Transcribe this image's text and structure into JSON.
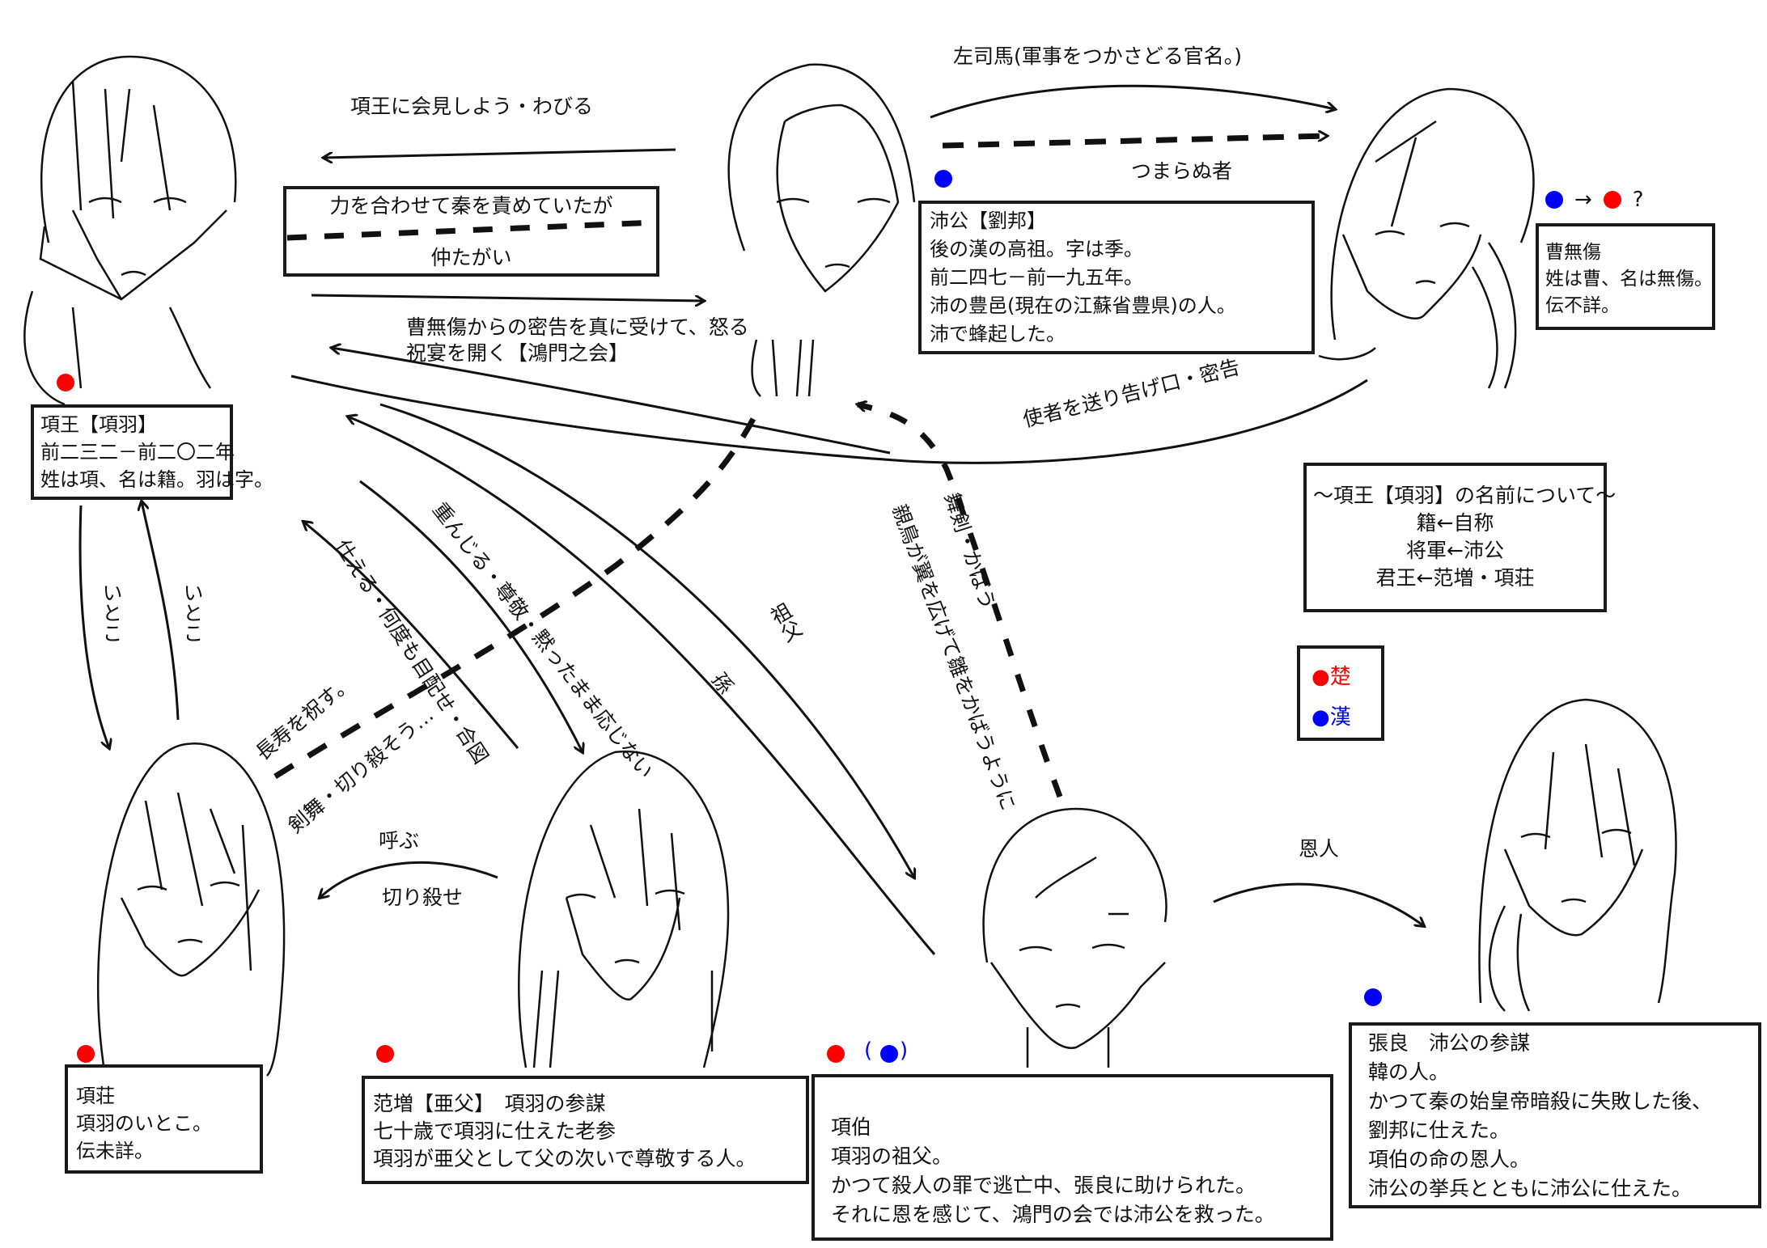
{
  "colors": {
    "chu": "#ff0000",
    "han": "#0000ff",
    "ink": "#111111"
  },
  "characters": {
    "xiangwang": {
      "faction": "chu",
      "lines": [
        "項王【項羽】",
        "前二三二－前二〇二年",
        "姓は項、名は籍。羽は字。"
      ]
    },
    "peigong": {
      "faction": "han",
      "lines": [
        "沛公【劉邦】",
        "後の漢の高祖。字は季。",
        "前二四七－前一九五年。",
        "沛の豊邑(現在の江蘇省豊県)の人。",
        "沛で蜂起した。"
      ]
    },
    "caowushang": {
      "faction_change": "han → chu ?",
      "marker": {
        "from": "●",
        "arrow": "→",
        "to": "●",
        "question": "?"
      },
      "lines": [
        "曹無傷",
        "姓は曹、名は無傷。",
        "伝不詳。"
      ]
    },
    "xiangzhuang": {
      "faction": "chu",
      "lines": [
        "項荘",
        "項羽のいとこ。",
        "伝未詳。"
      ]
    },
    "fanzeng": {
      "faction": "chu",
      "lines": [
        "范増【亜父】　項羽の参謀",
        "七十歳で項羽に仕えた老参",
        "項羽が亜父として父の次いで尊敬する人。"
      ]
    },
    "xiangbo": {
      "faction": "chu",
      "secondary_faction": "han",
      "paren_open": "(",
      "paren_close": ")",
      "lines": [
        "項伯",
        "項羽の祖父。",
        "かつて殺人の罪で逃亡中、張良に助けられた。",
        "それに恩を感じて、鴻門の会では沛公を救った。"
      ]
    },
    "zhangliang": {
      "faction": "han",
      "lines": [
        "張良　沛公の参謀",
        "韓の人。",
        "かつて秦の始皇帝暗殺に失敗した後、",
        "劉邦に仕えた。",
        "項伯の命の恩人。",
        "沛公の挙兵とともに沛公に仕えた。"
      ]
    }
  },
  "relation_box": {
    "top": "力を合わせて秦を責めていたが",
    "bottom": "仲たがい"
  },
  "name_note": {
    "lines": [
      "～項王【項羽】の名前について～",
      "籍←自称",
      "将軍←沛公",
      "君王←范増・項荘"
    ]
  },
  "legend": {
    "items": [
      {
        "marker": "●",
        "label": "楚",
        "color": "#ff0000"
      },
      {
        "marker": "●",
        "label": "漢",
        "color": "#0000ff"
      }
    ]
  },
  "arrow_labels": {
    "peigong_to_xiangwang": "項王に会見しよう・わびる",
    "xiangwang_to_peigong": "曹無傷からの密告を真に受けて、怒る",
    "banquet": "祝宴を開く【鴻門之会】",
    "peigong_to_cao_title": "左司馬(軍事をつかさどる官名。)",
    "peigong_to_cao_dashed": "つまらぬ者",
    "cao_to_xiangwang": "使者を送り告げ口・密告",
    "cousin_down": "いとこ",
    "cousin_up": "いとこ",
    "fanzeng_to_xiangwang": "仕える・何度も目配せ・合図",
    "xiangwang_to_fanzeng": "重んじる・尊敬・黙ったまま応じない",
    "xiangbo_to_xiangwang": "孫",
    "xiangwang_to_xiangbo": "祖父",
    "xiangzhuang_dashed_top": "長寿を祝す。",
    "xiangzhuang_dashed_bottom": "剣舞・切り殺そう…",
    "fanzeng_to_xiangzhuang_top": "呼ぶ",
    "fanzeng_to_xiangzhuang_bottom": "切り殺せ",
    "xiangbo_dashed_right": "舞剣・かばう",
    "xiangbo_dashed_left": "親鳥が翼を広げて雛をかばうように",
    "xiangbo_to_zhangliang": "恩人"
  }
}
